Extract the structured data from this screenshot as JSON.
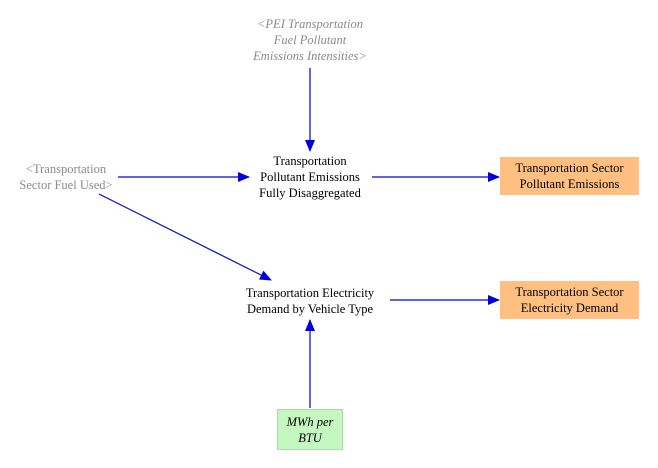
{
  "colors": {
    "arrow": "#0000dd",
    "output_fill": "#ffbf80",
    "constant_fill": "#c4f8c0",
    "shadow_text": "#8a8a8a"
  },
  "nodes": {
    "pei_intensities": {
      "lines": [
        "<PEI Transportation",
        "Fuel Pollutant",
        "Emissions Intensities>"
      ]
    },
    "fuel_used": {
      "lines": [
        "<Transportation",
        "Sector Fuel Used>"
      ]
    },
    "pollutant_fully_disaggregated": {
      "lines": [
        "Transportation",
        "Pollutant Emissions",
        "Fully Disaggregated"
      ]
    },
    "sector_pollutant_emissions": {
      "lines": [
        "Transportation Sector",
        "Pollutant Emissions"
      ]
    },
    "electricity_by_vehicle": {
      "lines": [
        "Transportation Electricity",
        "Demand by Vehicle Type"
      ]
    },
    "sector_electricity_demand": {
      "lines": [
        "Transportation Sector",
        "Electricity Demand"
      ]
    },
    "mwh_per_btu": {
      "lines": [
        "MWh per",
        "BTU"
      ]
    }
  }
}
